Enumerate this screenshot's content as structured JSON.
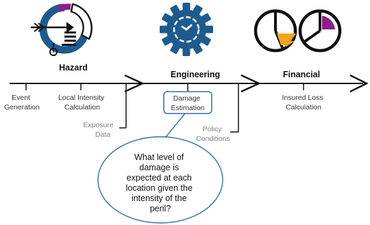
{
  "colors": {
    "navy": "#1d5b8f",
    "purple": "#8c1f8c",
    "orange": "#f2a51a",
    "line": "#111111",
    "gray_text": "#808080",
    "callout_border": "#2d6fae"
  },
  "icons": {
    "hazard": "hazard-gauge-icon",
    "engineering": "gear-clock-icon",
    "financial": "pie-charts-icon"
  },
  "stages": {
    "hazard": {
      "title": "Hazard"
    },
    "engineering": {
      "title": "Engineering"
    },
    "financial": {
      "title": "Financial"
    }
  },
  "steps": {
    "event_generation": [
      "Event",
      "Generation"
    ],
    "local_intensity": [
      "Local Intensity",
      "Calculation"
    ],
    "damage_estimation": [
      "Damage",
      "Estimation"
    ],
    "insured_loss": [
      "Insured Loss",
      "Calculation"
    ]
  },
  "inputs": {
    "exposure_data": [
      "Exposure",
      "Data"
    ],
    "policy_conditions": [
      "Policy",
      "Conditions"
    ]
  },
  "callout": {
    "lines": [
      "What level of",
      "damage is",
      "expected at each",
      "location given the",
      "intensity of the",
      "peril?"
    ]
  }
}
